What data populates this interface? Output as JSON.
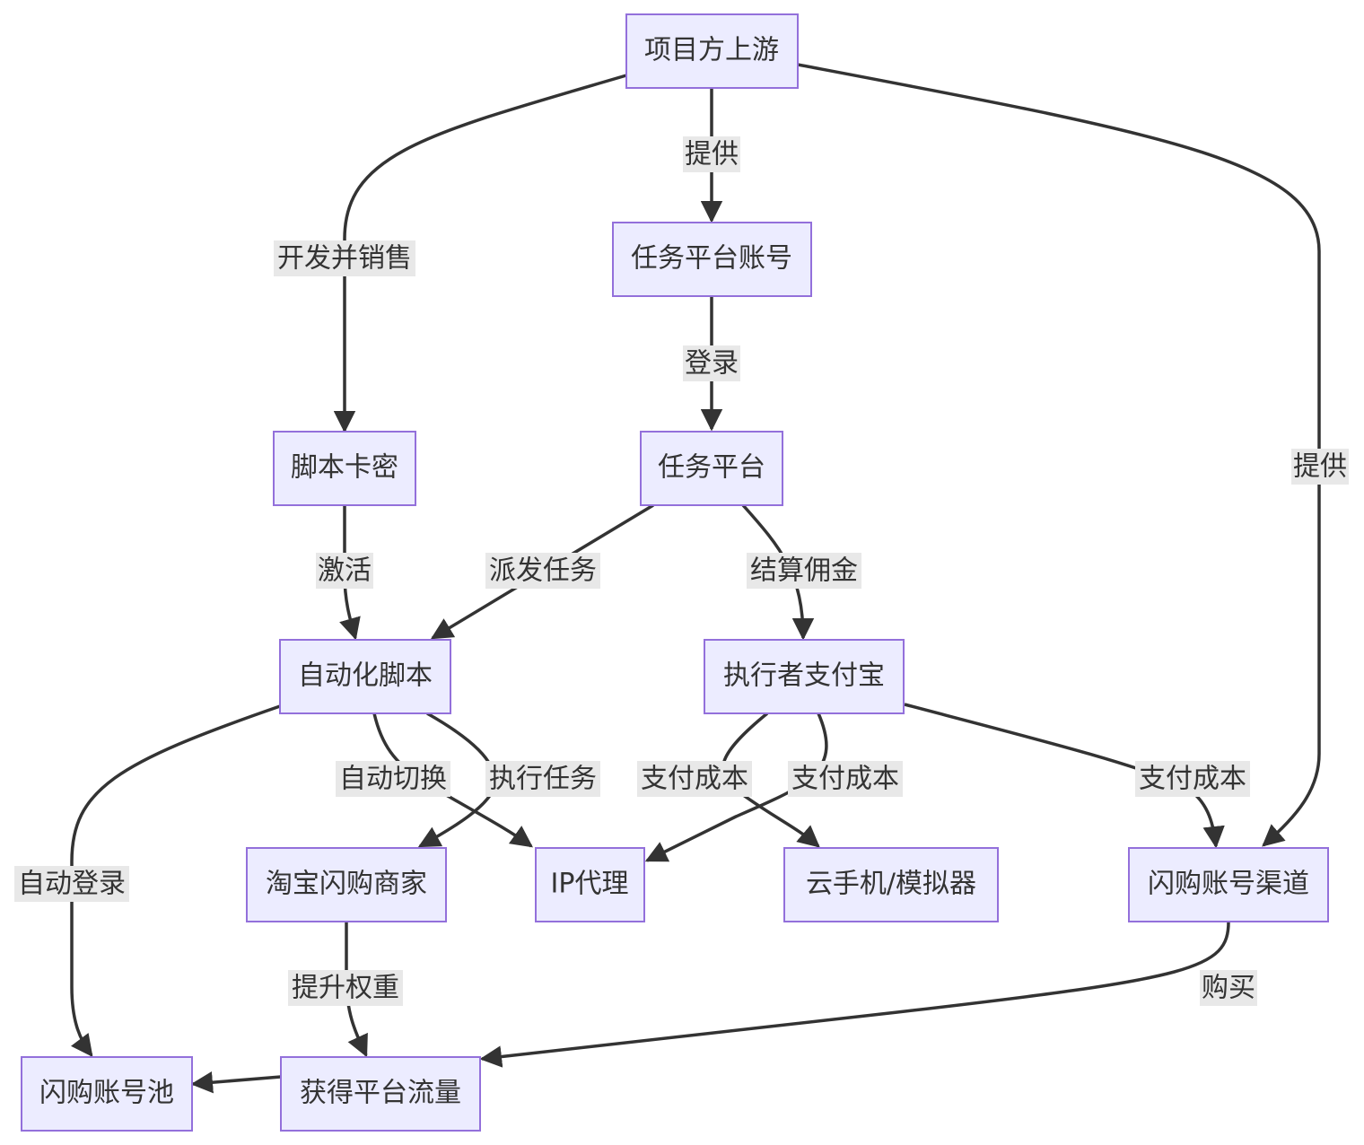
{
  "nodes": {
    "upstream": "项目方上游",
    "task_account": "任务平台账号",
    "script_key": "脚本卡密",
    "task_platform": "任务平台",
    "auto_script": "自动化脚本",
    "alipay": "执行者支付宝",
    "merchant": "淘宝闪购商家",
    "ip_proxy": "IP代理",
    "cloud_phone": "云手机/模拟器",
    "account_channel": "闪购账号渠道",
    "account_pool": "闪购账号池",
    "traffic": "获得平台流量"
  },
  "edges": {
    "e1": "开发并销售",
    "e2": "提供",
    "e3": "提供",
    "e4": "登录",
    "e5": "激活",
    "e6": "派发任务",
    "e7": "结算佣金",
    "e8": "自动登录",
    "e9": "自动切换",
    "e10": "执行任务",
    "e11": "支付成本",
    "e12": "支付成本",
    "e13": "支付成本",
    "e14": "提升权重",
    "e15": "购买"
  }
}
